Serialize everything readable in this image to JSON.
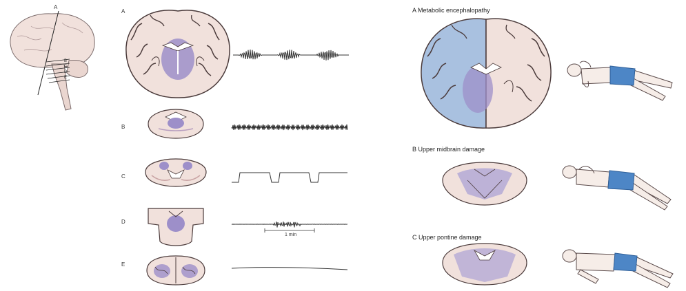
{
  "left_figure": {
    "overview": {
      "line_label": "A",
      "level_labels": [
        "B",
        "C",
        "D",
        "E"
      ]
    },
    "rows": [
      {
        "letter": "A"
      },
      {
        "letter": "B"
      },
      {
        "letter": "C"
      },
      {
        "letter": "D",
        "scale_label": "1 min"
      },
      {
        "letter": "E"
      }
    ]
  },
  "right_figure": {
    "panels": [
      {
        "title": "A Metabolic encephalopathy"
      },
      {
        "title": "B Upper midbrain damage"
      },
      {
        "title": "C Upper pontine damage"
      }
    ]
  },
  "colors": {
    "tissue": "#f1e1dc",
    "outline": "#5a4a4a",
    "lesion_purple": "#9d8fc9",
    "lesion_blue": "#a9c1e0",
    "shorts": "#4d86c6",
    "trace": "#333333"
  }
}
